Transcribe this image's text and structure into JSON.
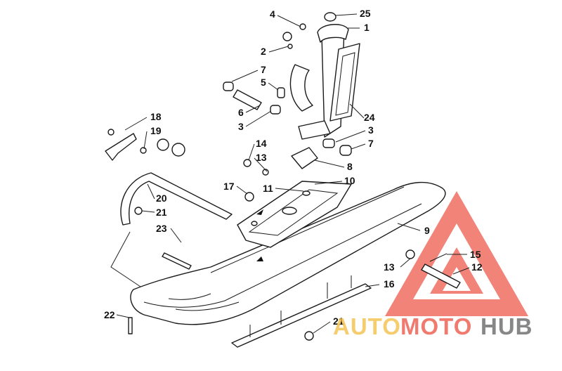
{
  "diagram": {
    "callouts": [
      "25",
      "1",
      "4",
      "2",
      "7",
      "5",
      "6",
      "3",
      "24",
      "18",
      "19",
      "3",
      "7",
      "14",
      "13",
      "8",
      "17",
      "11",
      "10",
      "20",
      "21",
      "23",
      "9",
      "15",
      "13",
      "12",
      "16",
      "22",
      "21"
    ]
  },
  "watermark": {
    "brand_parts": [
      "AUTO",
      "MOTO",
      "HUB"
    ],
    "colors": {
      "auto": "#f5c14a",
      "moto": "#ee5a4c",
      "hub": "#6a6a6a",
      "triangle": "#ee5a4c"
    }
  }
}
